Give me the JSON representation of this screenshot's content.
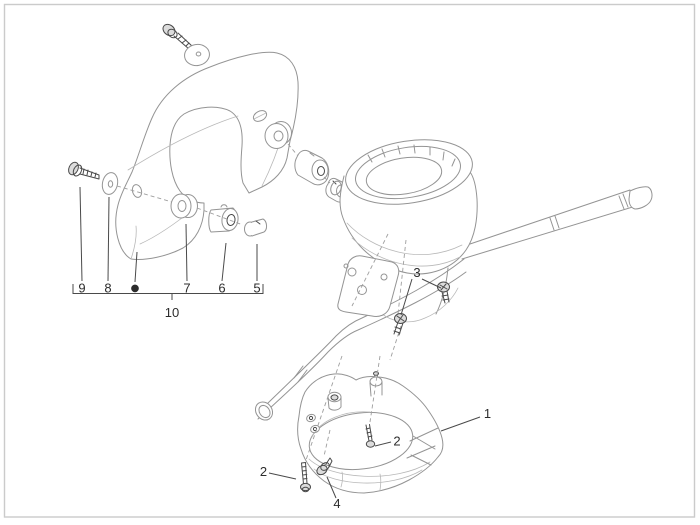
{
  "window": {
    "background": "#ffffff",
    "border_color": "#cbcbcb"
  },
  "diagram": {
    "type": "exploded-parts-diagram",
    "line_color": "#949494",
    "dark_line_color": "#4a4a4a",
    "text_color": "#2c2c2c",
    "callouts": {
      "n1": "1",
      "n2_left": "2",
      "n2_inner": "2",
      "n3": "3",
      "n4": "4",
      "n5": "5",
      "n6": "6",
      "n7": "7",
      "n8": "8",
      "n9": "9",
      "n10": "10",
      "bullet": "●"
    }
  }
}
